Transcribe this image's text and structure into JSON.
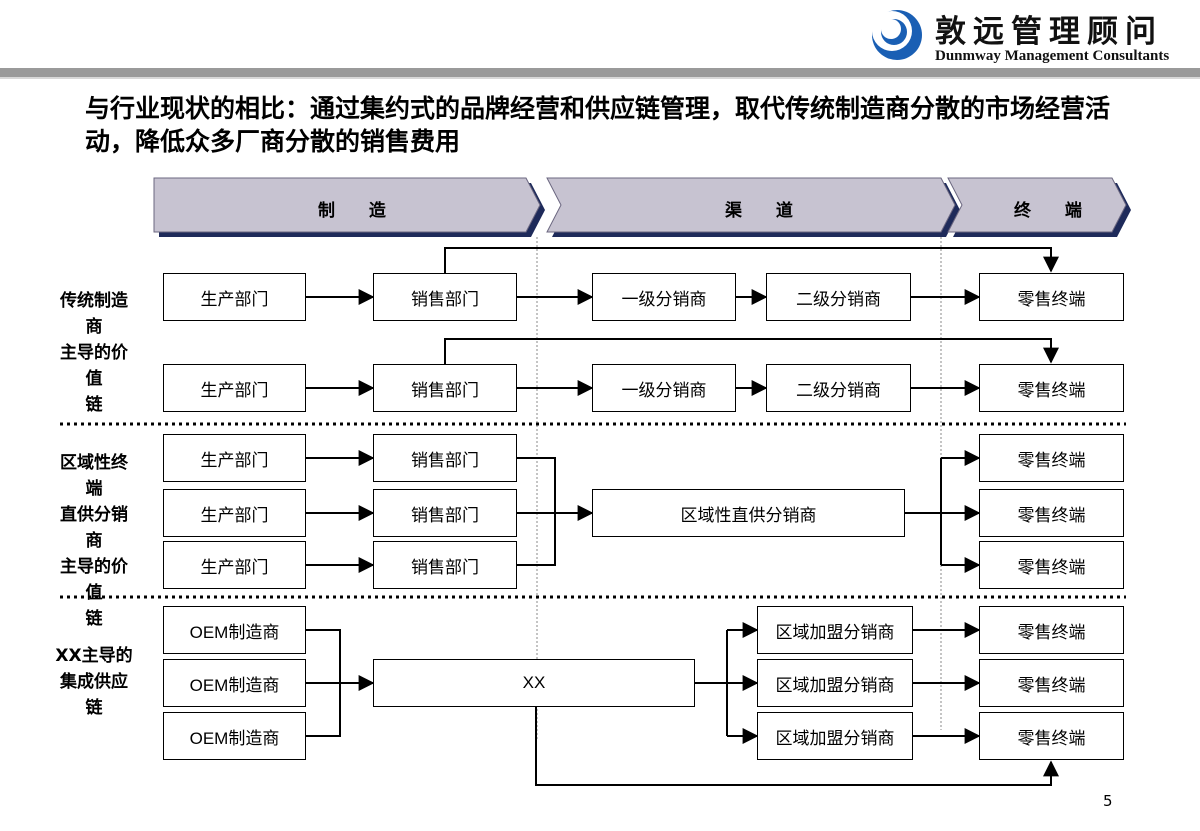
{
  "header": {
    "brand_cn": "敦远管理顾问",
    "brand_en": "Dunmway Management Consultants"
  },
  "title": "与行业现状的相比：通过集约式的品牌经营和供应链管理，取代传统制造商分散的市场经营活动，降低众多厂商分散的销售费用",
  "phases": [
    "制 造",
    "渠 道",
    "终 端"
  ],
  "sections": [
    {
      "label": "传统制造商主导的价值链",
      "rows": [
        [
          "生产部门",
          "销售部门",
          "一级分销商",
          "二级分销商",
          "零售终端"
        ],
        [
          "生产部门",
          "销售部门",
          "一级分销商",
          "二级分销商",
          "零售终端"
        ]
      ]
    },
    {
      "label": "区域性终端直供分销商主导的价值链",
      "producers": [
        "生产部门",
        "生产部门",
        "生产部门"
      ],
      "sales": [
        "销售部门",
        "销售部门",
        "销售部门"
      ],
      "distributor": "区域性直供分销商",
      "retail": [
        "零售终端",
        "零售终端",
        "零售终端"
      ]
    },
    {
      "label": "XX主导的集成供应链",
      "oem": [
        "OEM制造商",
        "OEM制造商",
        "OEM制造商"
      ],
      "hub": "XX",
      "franchise": [
        "区域加盟分销商",
        "区域加盟分销商",
        "区域加盟分销商"
      ],
      "retail": [
        "零售终端",
        "零售终端",
        "零售终端"
      ]
    }
  ],
  "page_number": "5",
  "colors": {
    "phase_fill": "#c7c3d1",
    "phase_shadow": "#1e2a5a",
    "logo_blue": "#1a5fb4"
  }
}
